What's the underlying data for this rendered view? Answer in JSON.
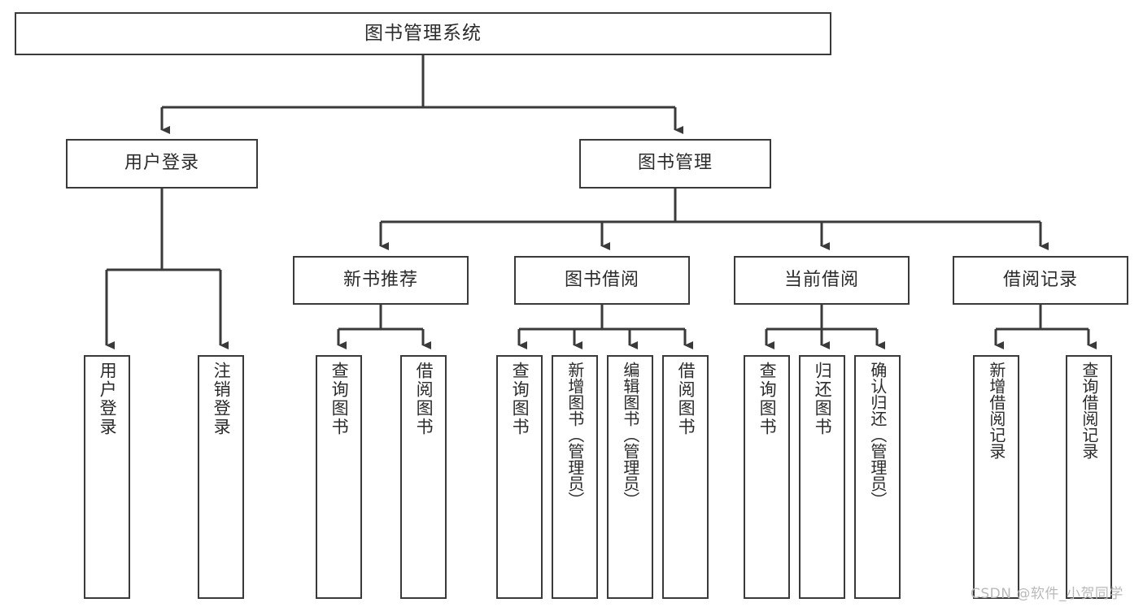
{
  "diagram": {
    "type": "tree",
    "title": "图书管理系统",
    "root": {
      "id": "root",
      "label": "图书管理系统"
    },
    "level2": [
      {
        "id": "user-login",
        "label": "用户登录"
      },
      {
        "id": "book-manage",
        "label": "图书管理"
      }
    ],
    "level3": [
      {
        "id": "new-book-recommend",
        "label": "新书推荐",
        "parent": "book-manage"
      },
      {
        "id": "book-borrow",
        "label": "图书借阅",
        "parent": "book-manage"
      },
      {
        "id": "current-borrow",
        "label": "当前借阅",
        "parent": "book-manage"
      },
      {
        "id": "borrow-record",
        "label": "借阅记录",
        "parent": "book-manage"
      }
    ],
    "leaves": [
      {
        "id": "leaf-user-login",
        "label": "用户登录",
        "parent": "user-login"
      },
      {
        "id": "leaf-user-logout",
        "label": "注销登录",
        "parent": "user-login"
      },
      {
        "id": "leaf-query-book-1",
        "label": "查询图书",
        "parent": "new-book-recommend"
      },
      {
        "id": "leaf-borrow-book-1",
        "label": "借阅图书",
        "parent": "new-book-recommend"
      },
      {
        "id": "leaf-query-book-2",
        "label": "查询图书",
        "parent": "book-borrow"
      },
      {
        "id": "leaf-add-book",
        "label": "新增图书（管理员）",
        "parent": "book-borrow"
      },
      {
        "id": "leaf-edit-book",
        "label": "编辑图书（管理员）",
        "parent": "book-borrow"
      },
      {
        "id": "leaf-borrow-book-2",
        "label": "借阅图书",
        "parent": "book-borrow"
      },
      {
        "id": "leaf-query-book-3",
        "label": "查询图书",
        "parent": "current-borrow"
      },
      {
        "id": "leaf-return-book",
        "label": "归还图书",
        "parent": "current-borrow"
      },
      {
        "id": "leaf-confirm-return",
        "label": "确认归还（管理员）",
        "parent": "current-borrow"
      },
      {
        "id": "leaf-add-record",
        "label": "新增借阅记录",
        "parent": "borrow-record"
      },
      {
        "id": "leaf-query-record",
        "label": "查询借阅记录",
        "parent": "borrow-record"
      }
    ],
    "colors": {
      "box_border": "#3a3a3a",
      "box_fill": "#ffffff",
      "connector": "#3a3a3a",
      "text": "#2b2b2b",
      "watermark": "#b9b9b9",
      "background": "#ffffff"
    }
  },
  "watermark": {
    "text": "CSDN @软件_小贺同学"
  }
}
